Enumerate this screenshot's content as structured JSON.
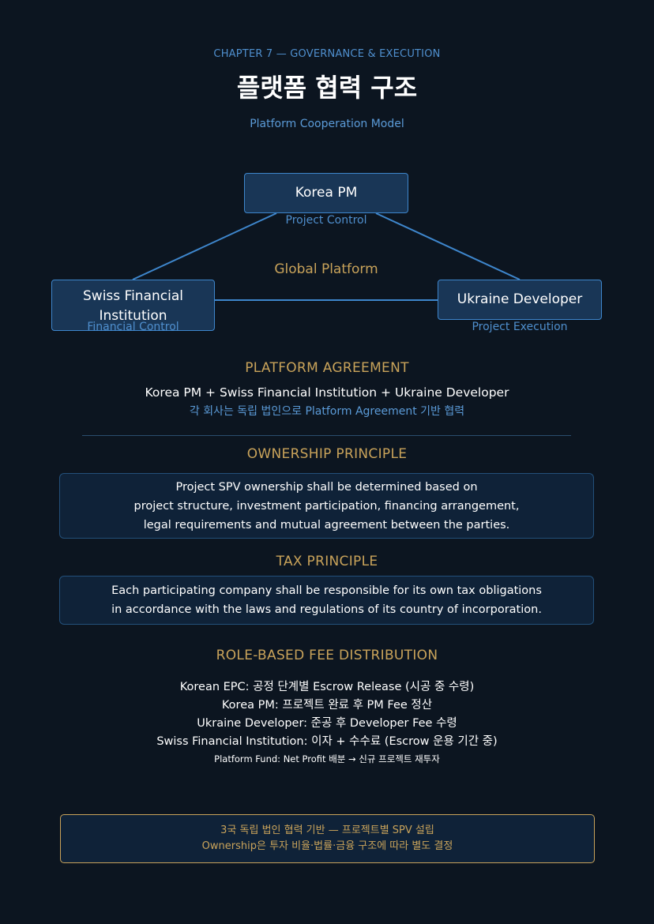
{
  "header": {
    "chapter": "CHAPTER 7 — GOVERNANCE & EXECUTION",
    "title": "플랫폼 협력 구조",
    "subtitle": "Platform Cooperation Model"
  },
  "diagram": {
    "center_label": "Global Platform",
    "nodes": {
      "top": {
        "name": "Korea PM",
        "role": "Project Control"
      },
      "left": {
        "name_line1": "Swiss Financial",
        "name_line2": "Institution",
        "role": "Financial Control"
      },
      "right": {
        "name": "Ukraine Developer",
        "role": "Project Execution"
      }
    },
    "colors": {
      "node_fill": "#193656",
      "node_border": "#3e86cc",
      "connector": "#3e86cc"
    }
  },
  "agreement": {
    "heading": "PLATFORM AGREEMENT",
    "parties": "Korea PM + Swiss Financial Institution + Ukraine Developer",
    "note": "각 회사는 독립 법인으로 Platform Agreement 기반 협력"
  },
  "ownership": {
    "heading": "OWNERSHIP PRINCIPLE",
    "lines": [
      "Project SPV ownership shall be determined based on",
      "project structure, investment participation, financing arrangement,",
      "legal requirements and mutual agreement between the parties."
    ]
  },
  "tax": {
    "heading": "TAX PRINCIPLE",
    "lines": [
      "Each participating company shall be responsible for its own tax obligations",
      "in accordance with the laws and regulations of its country of incorporation."
    ]
  },
  "fees": {
    "heading": "ROLE-BASED FEE DISTRIBUTION",
    "items": [
      "Korean EPC: 공정 단계별 Escrow Release (시공 중 수령)",
      "Korea PM: 프로젝트 완료 후 PM Fee 정산",
      "Ukraine Developer: 준공 후 Developer Fee 수령",
      "Swiss Financial Institution: 이자 + 수수료 (Escrow 운용 기간 중)"
    ],
    "fund_note": "Platform Fund: Net Profit 배분 → 신규 프로젝트 재투자"
  },
  "footer": {
    "line1": "3국 독립 법인 협력 기반 — 프로젝트별 SPV 설립",
    "line2": "Ownership은 투자 비율·법률·금융 구조에 따라 별도 결정"
  },
  "theme": {
    "background": "#0c1520",
    "gold": "#c9a35a",
    "blue": "#4f8fce"
  }
}
